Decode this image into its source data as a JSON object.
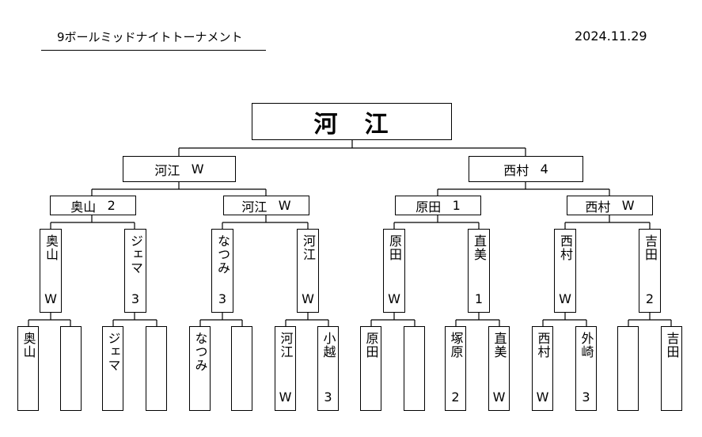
{
  "header": {
    "title": "9ボールミッドナイトトーナメント",
    "date": "2024.11.29"
  },
  "champion": {
    "name": "河　江"
  },
  "semifinal": [
    {
      "name": "河江",
      "score": "W"
    },
    {
      "name": "西村",
      "score": "4"
    }
  ],
  "quarterfinal": [
    {
      "name": "奥山",
      "score": "2"
    },
    {
      "name": "河江",
      "score": "W"
    },
    {
      "name": "原田",
      "score": "1"
    },
    {
      "name": "西村",
      "score": "W"
    }
  ],
  "round2": [
    {
      "name": "奥山",
      "score": "W"
    },
    {
      "name": "ジェマ",
      "score": "3"
    },
    {
      "name": "なつみ",
      "score": "3"
    },
    {
      "name": "河江",
      "score": "W"
    },
    {
      "name": "原田",
      "score": "W"
    },
    {
      "name": "直美",
      "score": "1"
    },
    {
      "name": "西村",
      "score": "W"
    },
    {
      "name": "吉田",
      "score": "2"
    }
  ],
  "round1": [
    {
      "name": "奥山",
      "score": ""
    },
    {
      "name": "",
      "score": ""
    },
    {
      "name": "ジェマ",
      "score": ""
    },
    {
      "name": "",
      "score": ""
    },
    {
      "name": "なつみ",
      "score": ""
    },
    {
      "name": "",
      "score": ""
    },
    {
      "name": "河江",
      "score": "W"
    },
    {
      "name": "小越",
      "score": "3"
    },
    {
      "name": "原田",
      "score": ""
    },
    {
      "name": "",
      "score": ""
    },
    {
      "name": "塚原",
      "score": "2"
    },
    {
      "name": "直美",
      "score": "W"
    },
    {
      "name": "西村",
      "score": "W"
    },
    {
      "name": "外崎",
      "score": "3"
    },
    {
      "name": "",
      "score": ""
    },
    {
      "name": "吉田",
      "score": ""
    }
  ]
}
